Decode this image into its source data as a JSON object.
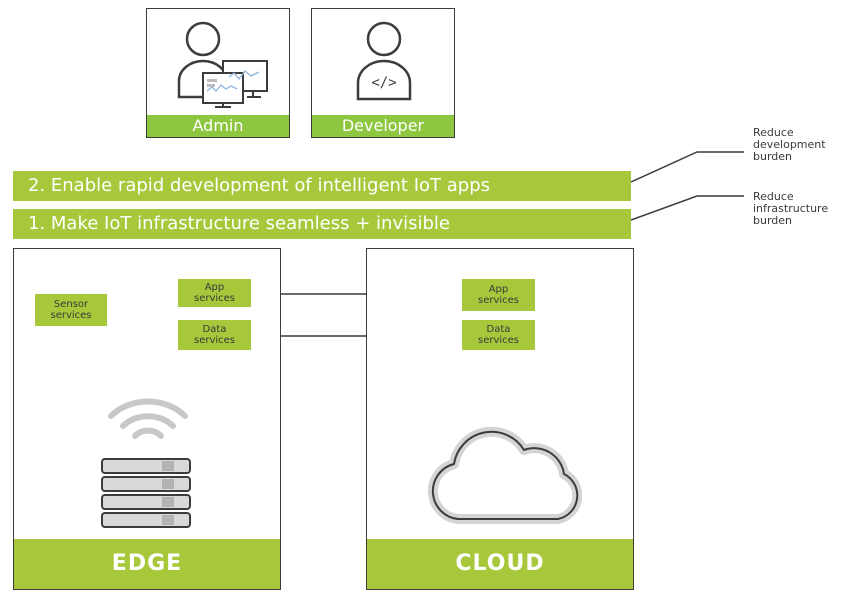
{
  "personas": [
    {
      "label": "Admin",
      "icon": "admin-user-with-monitors-icon"
    },
    {
      "label": "Developer",
      "icon": "developer-user-code-icon"
    }
  ],
  "bands": [
    {
      "text": "2. Enable rapid development of intelligent IoT apps"
    },
    {
      "text": "1. Make IoT infrastructure seamless  + invisible"
    }
  ],
  "notes": [
    {
      "text": "Reduce\ndevelopment\nburden"
    },
    {
      "text": "Reduce\ninfrastructure\nburden"
    }
  ],
  "edge": {
    "title": "EDGE",
    "sensor": "Sensor\nservices",
    "app": "App\nservices",
    "data": "Data\nservices",
    "icons": [
      "wifi-signal-icon",
      "server-stack-icon"
    ]
  },
  "cloud": {
    "title": "CLOUD",
    "app": "App\nservices",
    "data": "Data\nservices",
    "icons": [
      "cloud-icon"
    ]
  },
  "colors": {
    "accent": "#a6c83a",
    "outline": "#3c3c3c",
    "icon_gray": "#c8c8c8"
  }
}
